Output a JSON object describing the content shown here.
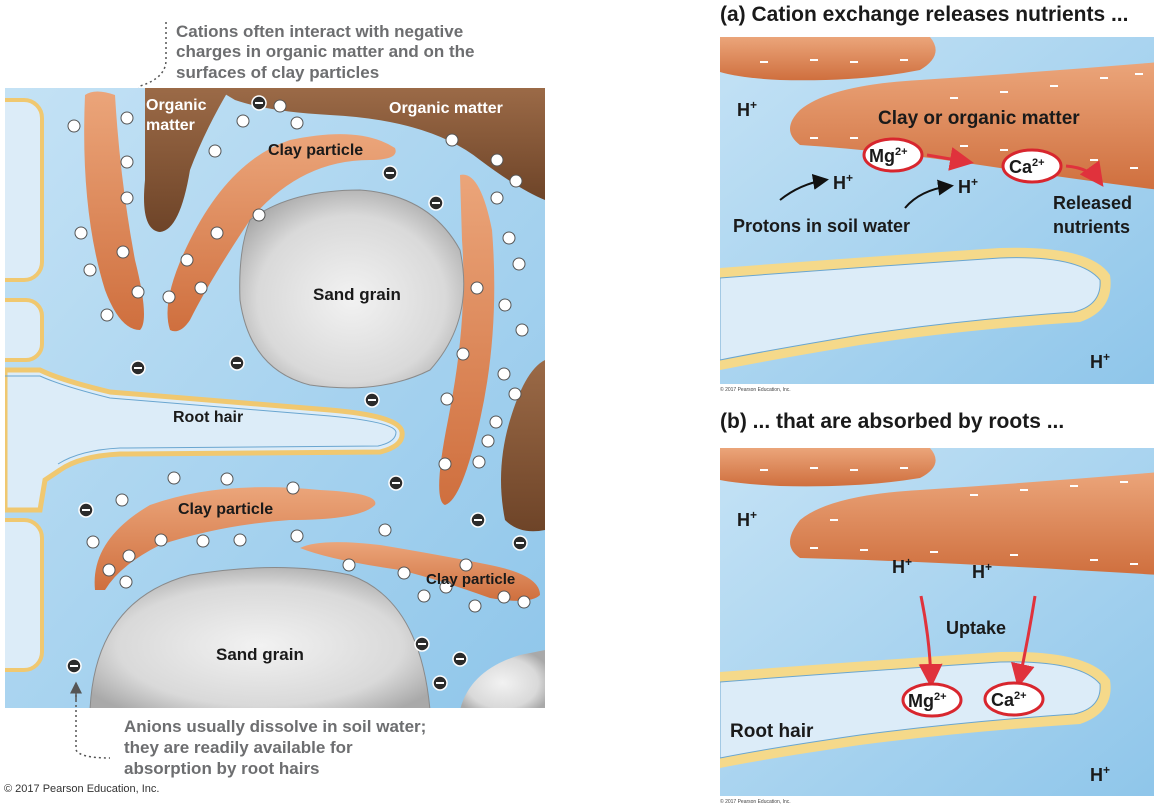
{
  "left_panel": {
    "callout_top": [
      "Cations often interact with negative",
      "charges in organic matter and on the",
      "surfaces of clay particles"
    ],
    "callout_bottom": [
      "Anions usually dissolve in soil water;",
      "they are readily available for",
      "absorption by root hairs"
    ],
    "labels": {
      "organic_matter_1_line1": "Organic",
      "organic_matter_1_line2": "matter",
      "organic_matter_2": "Organic matter",
      "clay_particle_top": "Clay particle",
      "clay_particle_mid": "Clay particle",
      "clay_particle_right": "Clay particle",
      "sand_grain_top": "Sand grain",
      "sand_grain_bottom": "Sand grain",
      "root_hair": "Root hair"
    },
    "copyright": "© 2017 Pearson Education, Inc."
  },
  "panel_a": {
    "heading": "(a) Cation exchange releases nutrients ...",
    "clay_label": "Clay or organic matter",
    "h_plus": "H",
    "plus_sup": "+",
    "mg_ion": "Mg",
    "mg_charge": "2+",
    "ca_ion": "Ca",
    "ca_charge": "2+",
    "protons_label": "Protons in soil water",
    "released_line1": "Released",
    "released_line2": "nutrients",
    "copyright": "© 2017 Pearson Education, Inc."
  },
  "panel_b": {
    "heading": "(b) ... that are absorbed by roots ...",
    "h_plus": "H",
    "plus_sup": "+",
    "uptake_label": "Uptake",
    "mg_ion": "Mg",
    "mg_charge": "2+",
    "ca_ion": "Ca",
    "ca_charge": "2+",
    "root_hair_label": "Root hair",
    "copyright": "© 2017 Pearson Education, Inc."
  },
  "colors": {
    "soil_water": "#a9d4ef",
    "clay": "#e08c5c",
    "organic_matter": "#8a5a3a",
    "sand": "#d8d8d8",
    "root_wall": "#f5d98a",
    "root_interior": "#dcecf8",
    "arrow_red": "#e0323c",
    "ion_ring": "#d8262e"
  }
}
